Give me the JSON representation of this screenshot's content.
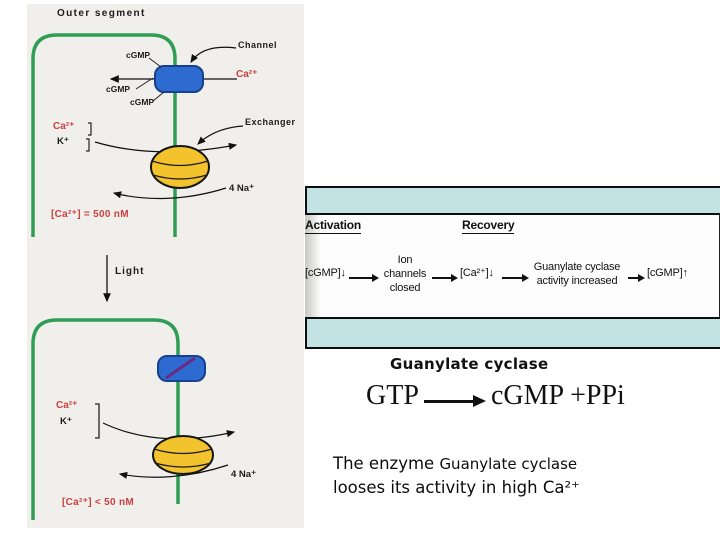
{
  "colors": {
    "teal_band": "#c3e2e4",
    "membrane_green": "#2f9e54",
    "channel_blue": "#2e6bd0",
    "exchanger_yellow": "#f3c32e",
    "label_red": "#c94040"
  },
  "scan": {
    "outer_segment_label": "Outer segment",
    "channel_label": "Channel",
    "cgmp_top": "cGMP",
    "cgmp_mid": "cGMP",
    "cgmp_bottom": "cGMP",
    "ca_entry_label": "Ca²⁺",
    "exchanger_label": "Exchanger",
    "dark_cell": {
      "ca": "Ca²⁺",
      "k": "K⁺",
      "na": "4 Na⁺",
      "conc": "[Ca²⁺] = 500 nM"
    },
    "light_label": "Light",
    "light_cell": {
      "ca": "Ca²⁺",
      "k": "K⁺",
      "na": "4 Na⁺",
      "conc": "[Ca²⁺] < 50 nM"
    }
  },
  "flow_figure": {
    "activation_heading": "Activation",
    "recovery_heading": "Recovery",
    "step_cgmp_down": "[cGMP]↓",
    "ion_lines": [
      "Ion",
      "channels",
      "closed"
    ],
    "step_ca_down": "[Ca²⁺]↓",
    "gc_lines": [
      "Guanylate cyclase",
      "activity increased"
    ],
    "step_cgmp_up": "[cGMP]↑"
  },
  "reaction": {
    "enzyme_heading": "Guanylate cyclase",
    "substrate": "GTP",
    "product": "cGMP +PPi"
  },
  "caption": {
    "lead": "The enzyme ",
    "enzyme": "Guanylate cyclase",
    "line2": "looses its activity in high Ca²⁺"
  }
}
